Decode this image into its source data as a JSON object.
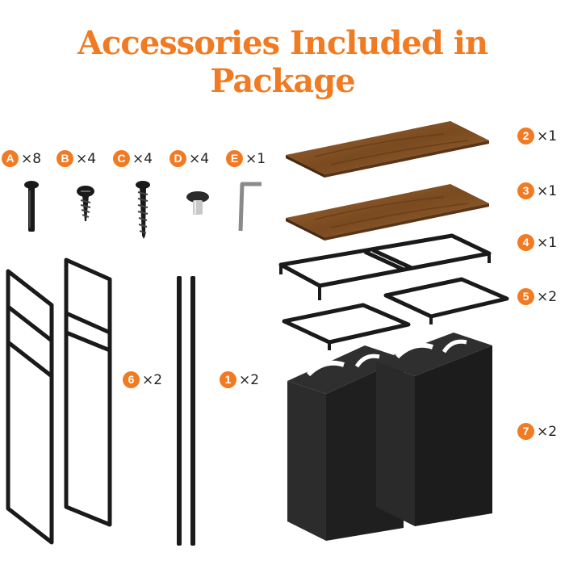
{
  "title": "Accessories Included in Package",
  "colors": {
    "accent": "#f07b22",
    "metal": "#1a1a1a",
    "wood": "#8a5a2b",
    "fabric": "#2a2a2a"
  },
  "hardware": [
    {
      "letter": "A",
      "qty": "×8",
      "icon": "bolt-icon"
    },
    {
      "letter": "B",
      "qty": "×4",
      "icon": "screw-icon"
    },
    {
      "letter": "C",
      "qty": "×4",
      "icon": "long-screw-icon"
    },
    {
      "letter": "D",
      "qty": "×4",
      "icon": "foot-pad-icon"
    },
    {
      "letter": "E",
      "qty": "×1",
      "icon": "allen-key-icon"
    }
  ],
  "parts": [
    {
      "number": "2",
      "qty": "×1",
      "icon": "wood-shelf-icon"
    },
    {
      "number": "3",
      "qty": "×1",
      "icon": "wood-shelf-icon"
    },
    {
      "number": "4",
      "qty": "×1",
      "icon": "metal-frame-icon"
    },
    {
      "number": "5",
      "qty": "×2",
      "icon": "small-frame-icon"
    },
    {
      "number": "6",
      "qty": "×2",
      "icon": "side-frame-icon"
    },
    {
      "number": "1",
      "qty": "×2",
      "icon": "support-pole-icon"
    },
    {
      "number": "7",
      "qty": "×2",
      "icon": "laundry-bag-icon"
    }
  ]
}
